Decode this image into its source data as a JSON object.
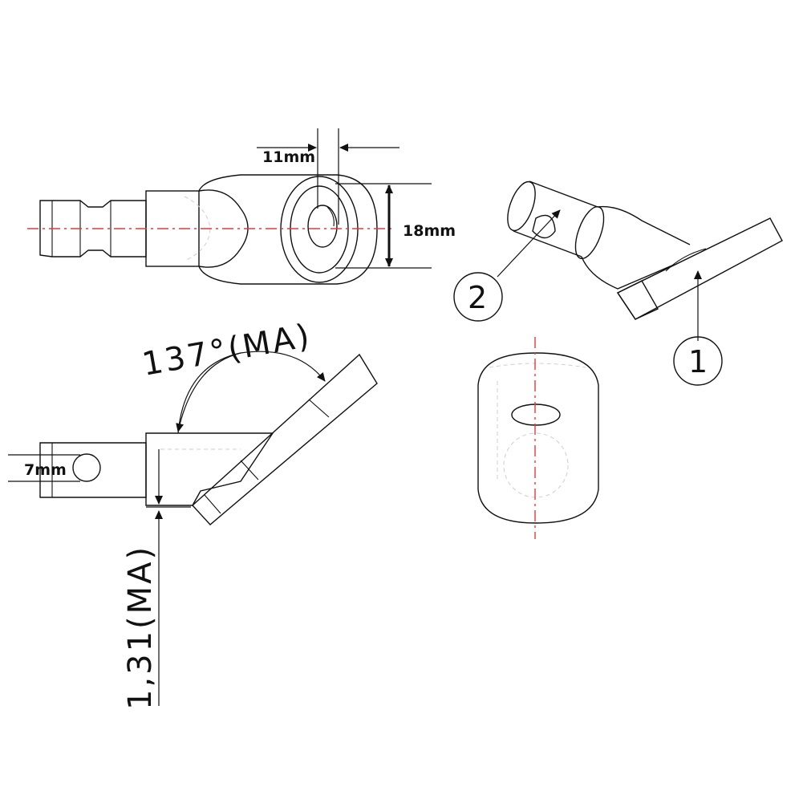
{
  "labels": {
    "dim_11": "11mm",
    "dim_18": "18mm",
    "dim_7": "7mm",
    "angle": "137°(MA)",
    "offset": "1,31(MA)",
    "callout_1": "1",
    "callout_2": "2"
  }
}
